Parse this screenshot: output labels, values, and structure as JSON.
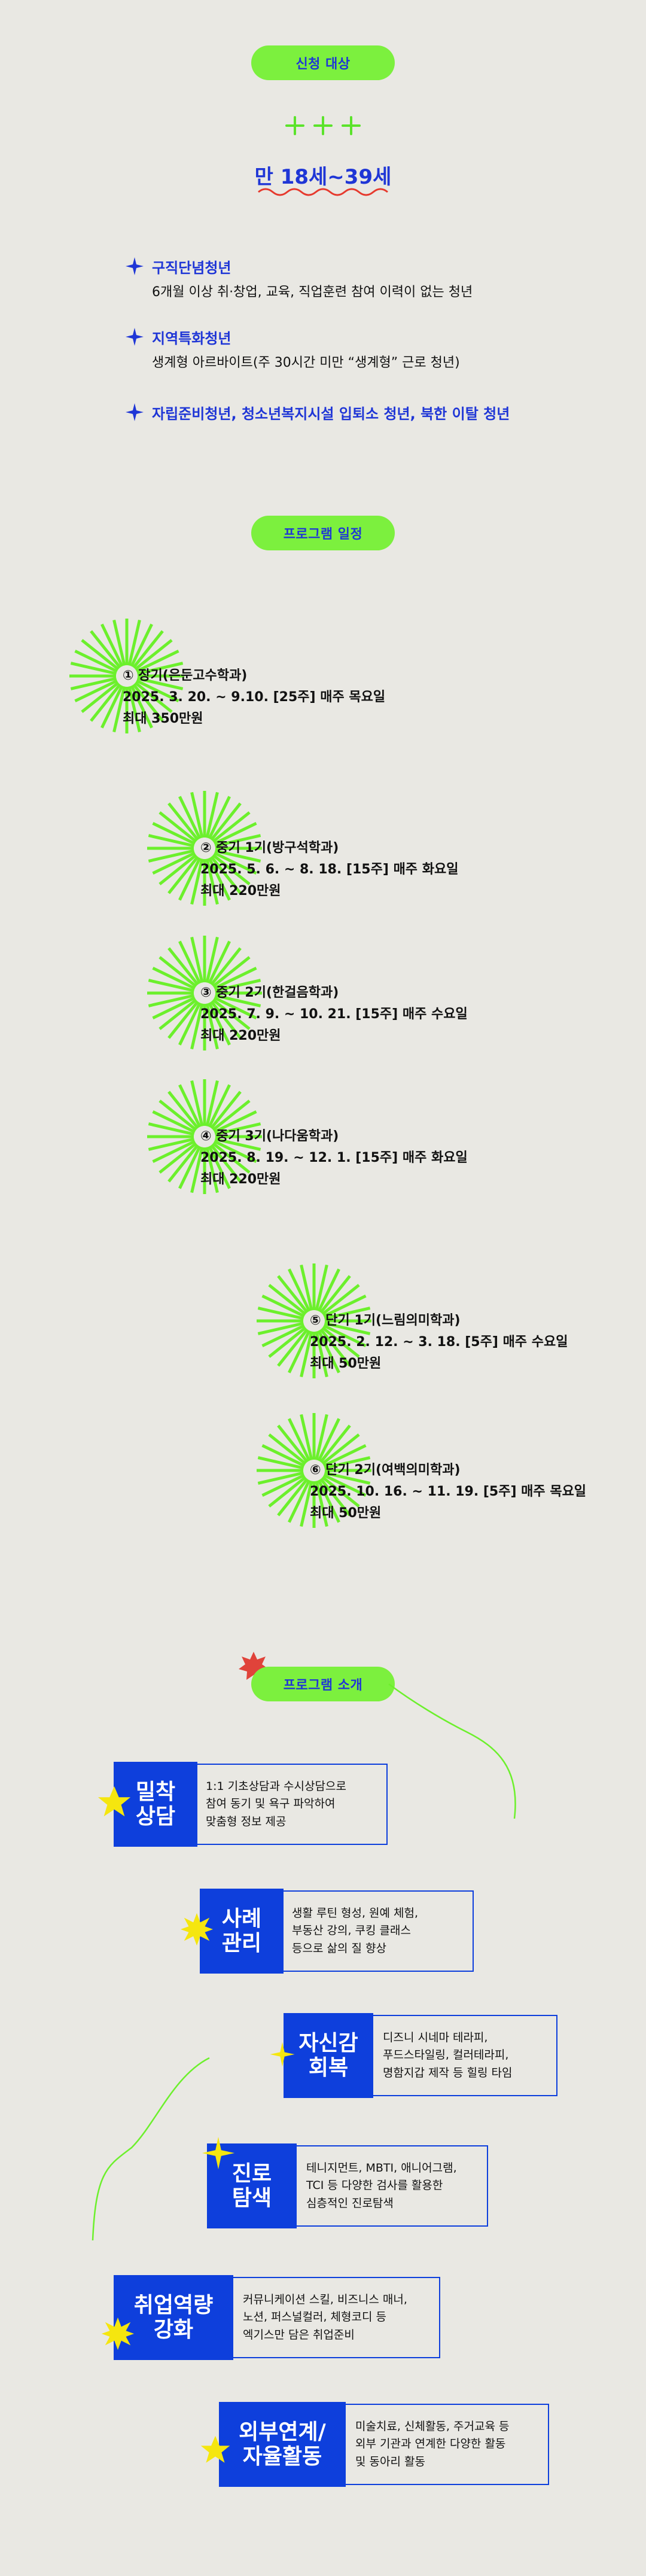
{
  "target": {
    "pill": "신청 대상",
    "age": "만 18세~39세",
    "items": [
      {
        "title": "구직단념청년",
        "desc": "6개월 이상 취·창업, 교육, 직업훈련 참여 이력이 없는 청년"
      },
      {
        "title": "지역특화청년",
        "desc": "생계형 아르바이트(주 30시간 미만 “생계형” 근로 청년)"
      },
      {
        "title": "자립준비청년, 청소년복지시설 입퇴소 청년, 북한 이탈 청년",
        "desc": ""
      }
    ]
  },
  "schedule": {
    "pill": "프로그램 일정",
    "items": [
      {
        "title": "① 장기(은둔고수학과)",
        "date": "2025. 3. 20. ~ 9.10. [25주]  매주 목요일",
        "max": "최대 350만원"
      },
      {
        "title": "② 중기 1기(방구석학과)",
        "date": "2025. 5. 6. ~ 8. 18. [15주] 매주 화요일",
        "max": "최대 220만원"
      },
      {
        "title": "③ 중기 2기(한걸음학과)",
        "date": "2025. 7. 9. ~ 10. 21. [15주] 매주 수요일",
        "max": "최대 220만원"
      },
      {
        "title": "④ 중기 3기(나다움학과)",
        "date": "2025. 8. 19. ~ 12. 1. [15주] 매주 화요일",
        "max": "최대 220만원"
      },
      {
        "title": "⑤ 단기 1기(느림의미학과)",
        "date": "2025. 2. 12. ~ 3. 18. [5주] 매주 수요일",
        "max": "최대 50만원"
      },
      {
        "title": "⑥ 단기 2기(여백의미학과)",
        "date": "2025. 10. 16. ~ 11. 19. [5주] 매주 목요일",
        "max": "최대 50만원"
      }
    ]
  },
  "programs": {
    "pill": "프로그램 소개",
    "items": [
      {
        "label": [
          "밀착",
          "상담"
        ],
        "lines": [
          "1:1 기초상담과 수시상담으로",
          "참여 동기 및 욕구 파악하여",
          "맞춤형 정보 제공"
        ]
      },
      {
        "label": [
          "사례",
          "관리"
        ],
        "lines": [
          "생활 루틴 형성, 원예 체험,",
          "부동산 강의, 쿠킹 클래스",
          "등으로 삶의 질 향상"
        ]
      },
      {
        "label": [
          "자신감",
          "회복"
        ],
        "lines": [
          "디즈니 시네마 테라피,",
          "푸드스타일링, 컬러테라피,",
          "명함지갑 제작 등 힐링 타임"
        ]
      },
      {
        "label": [
          "진로",
          "탐색"
        ],
        "lines": [
          "테니지먼트, MBTI, 애니어그램,",
          "TCI 등 다양한 검사를 활용한",
          "심층적인 진로탐색"
        ]
      },
      {
        "label": [
          "취업역량",
          "강화"
        ],
        "lines": [
          "커뮤니케이션 스킬, 비즈니스 매너,",
          "노션, 퍼스널컬러, 체형코디 등",
          "엑기스만 담은 취업준비"
        ]
      },
      {
        "label": [
          "외부연계/",
          "자율활동"
        ],
        "lines": [
          "미술치료, 신체활동, 주거교육 등",
          "외부 기관과 연계한 다양한 활동",
          "및 동아리 활동"
        ]
      }
    ]
  },
  "colors": {
    "bg": "#e9e8e3",
    "green": "#7cf03e",
    "blue": "#0e3fdc",
    "yellow": "#f5e60f",
    "red": "#e0433a"
  }
}
